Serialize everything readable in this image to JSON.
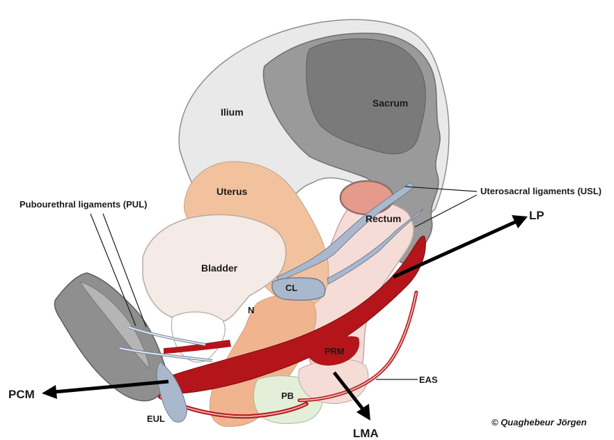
{
  "labels": {
    "ilium": "Ilium",
    "sacrum": "Sacrum",
    "uterus": "Uterus",
    "bladder": "Bladder",
    "rectum": "Rectum",
    "cl": "CL",
    "n": "N",
    "prm": "PRM",
    "pb": "PB",
    "eul": "EUL",
    "eas": "EAS",
    "pul": "Pubourethral ligaments (PUL)",
    "usl": "Uterosacral ligaments (USL)",
    "lp": "LP",
    "pcm": "PCM",
    "lma": "LMA",
    "copyright": "© Quaghebeur Jörgen"
  },
  "colors": {
    "bone_light": "#e9e9e9",
    "bone_dark": "#8a8a8a",
    "bone_mid": "#b5b5b5",
    "uterus": "#f2c29f",
    "bladder": "#f4ebe6",
    "rectum": "#f6dcd6",
    "ligament": "#a9b8cc",
    "muscle": "#b3151b",
    "pb": "#e3efd9",
    "cervix": "#e69a8c",
    "vagina": "#f0b58e"
  }
}
